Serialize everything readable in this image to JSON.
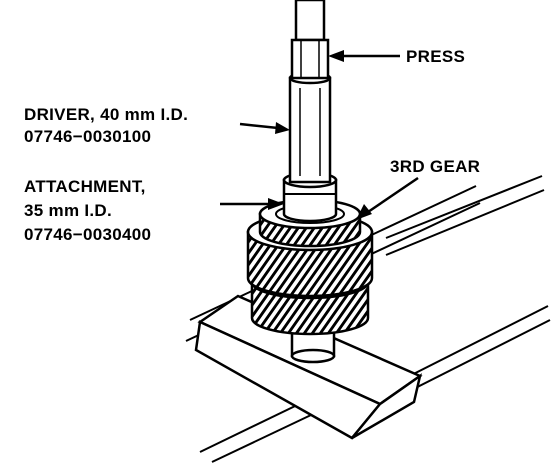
{
  "labels": {
    "press": "PRESS",
    "driver_name": "DRIVER, 40 mm I.D.",
    "driver_part": "07746−0030100",
    "attachment_name": "ATTACHMENT,",
    "attachment_size": "35 mm I.D.",
    "attachment_part": "07746−0030400",
    "gear": "3RD GEAR"
  }
}
